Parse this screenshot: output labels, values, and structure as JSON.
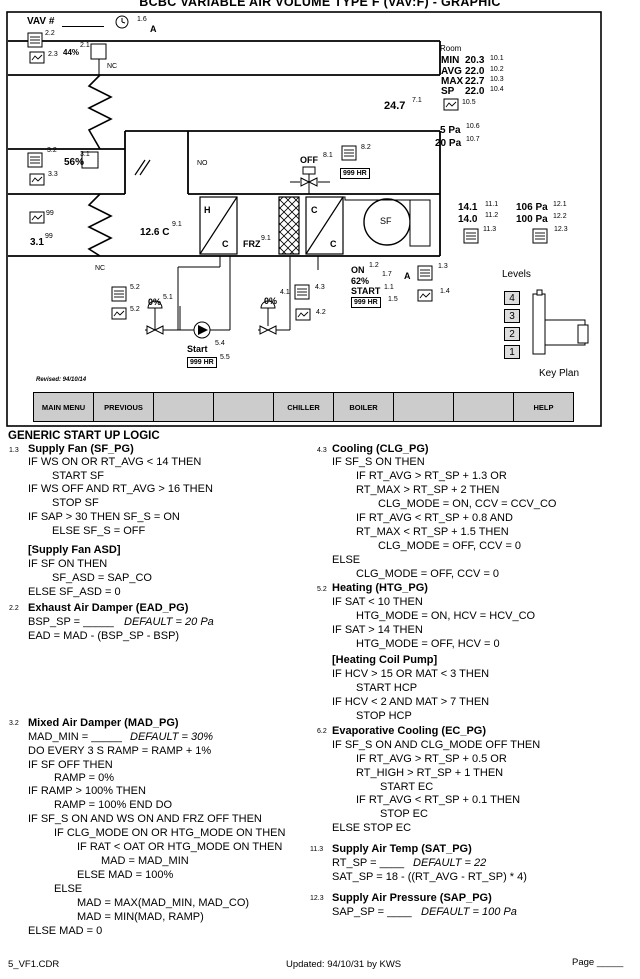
{
  "title": "BCBC VARIABLE AIR VOLUME TYPE F (VAV:F)  -  GRAPHIC",
  "diagram": {
    "vav_label": "VAV #",
    "labels": {
      "l1_6": "1.6",
      "l_a_top": "A",
      "l2_2": "2.2",
      "l2_1": "2.1",
      "l2_3": "2.3",
      "damper_pct": "44%",
      "nc_top": "NC",
      "room": "Room",
      "min_lbl": "MIN",
      "min_val": "20.3",
      "r10_1": "10.1",
      "avg_lbl": "AVG",
      "avg_val": "22.0",
      "r10_2": "10.2",
      "max_lbl": "MAX",
      "max_val": "22.7",
      "r10_3": "10.3",
      "sp_lbl": "SP",
      "sp_val": "22.0",
      "r10_4": "10.4",
      "temp_71": "24.7",
      "r7_1": "7.1",
      "r10_5": "10.5",
      "pa5": "5 Pa",
      "r10_6": "10.6",
      "pa20": "20 Pa",
      "r10_7": "10.7",
      "r3_2": "3.2",
      "r3_1": "3.1",
      "r3_3": "3.3",
      "mad_pct": "56%",
      "no_label": "NO",
      "r99a": "99",
      "r99b": "99",
      "val_31": "3.1",
      "nc_bot": "NC",
      "temp_126": "12.6 C",
      "r9_1a": "9.1",
      "h_label": "H",
      "c_label1": "C",
      "frz": "FRZ",
      "r9_1b": "9.1",
      "c_label2": "C",
      "c_label3": "C",
      "sf": "SF",
      "off": "OFF",
      "r8_1": "8.1",
      "r8_2": "8.2",
      "hr1": "999 HR",
      "v141": "14.1",
      "r11_1": "11.1",
      "v140": "14.0",
      "r11_2": "11.2",
      "r11_3": "11.3",
      "pa106": "106 Pa",
      "r12_1": "12.1",
      "pa100": "100 Pa",
      "r12_2": "12.2",
      "r12_3": "12.3",
      "on": "ON",
      "r1_2": "1.2",
      "pct62": "62%",
      "r1_7": "1.7",
      "a_sf": "A",
      "r1_3": "1.3",
      "start1": "START",
      "r1_1": "1.1",
      "hr2": "999 HR",
      "r1_5": "1.5",
      "r1_4": "1.4",
      "r5_2a": "5.2",
      "r5_2b": "5.2",
      "pct0a": "0%",
      "r5_1": "5.1",
      "pct0b": "0%",
      "r4_1": "4.1",
      "r4_3": "4.3",
      "r4_2": "4.2",
      "r5_4": "5.4",
      "start2": "Start",
      "r5_5": "5.5",
      "hr3": "999 HR",
      "levels": "Levels",
      "key_plan": "Key Plan",
      "revised": "Revised: 94/10/14"
    },
    "levels": [
      "4",
      "3",
      "2",
      "1"
    ],
    "nav": [
      "MAIN MENU",
      "PREVIOUS",
      "",
      "",
      "CHILLER",
      "BOILER",
      "",
      "",
      "HELP"
    ]
  },
  "logic": {
    "heading": "GENERIC START UP LOGIC",
    "refs": {
      "r1_3": "1.3",
      "r2_2": "2.2",
      "r3_2": "3.2",
      "r4_3": "4.3",
      "r5_2": "5.2",
      "r6_2": "6.2",
      "r11_3": "11.3",
      "r12_3": "12.3"
    },
    "left": {
      "sf_h": "Supply Fan (SF_PG)",
      "sf1": "IF WS ON OR RT_AVG < 14 THEN",
      "sf2": "START SF",
      "sf3": "IF WS OFF AND RT_AVG > 16 THEN",
      "sf4": "STOP SF",
      "sf5": "IF SAP > 30 THEN SF_S = ON",
      "sf6": "ELSE SF_S = OFF",
      "asd_h": "[Supply Fan ASD]",
      "asd1": "IF SF ON THEN",
      "asd2": "SF_ASD = SAP_CO",
      "asd3": "ELSE SF_ASD = 0",
      "ead_h": "Exhaust Air Damper (EAD_PG)",
      "ead1": "BSP_SP = _____",
      "ead1d": "DEFAULT = 20 Pa",
      "ead2": "EAD = MAD - (BSP_SP - BSP)",
      "mad_h": "Mixed Air Damper (MAD_PG)",
      "mad1": "MAD_MIN = _____",
      "mad1d": "DEFAULT = 30%",
      "mad2": "DO EVERY 3 S RAMP = RAMP + 1%",
      "mad3": "IF SF OFF THEN",
      "mad4": "RAMP = 0%",
      "mad5": "IF RAMP > 100% THEN",
      "mad6": "RAMP = 100% END DO",
      "mad7": "IF SF_S ON AND WS ON AND FRZ OFF THEN",
      "mad8": "IF CLG_MODE ON OR HTG_MODE ON THEN",
      "mad9": "IF RAT < OAT OR HTG_MODE ON THEN",
      "mad10": "MAD = MAD_MIN",
      "mad11": "ELSE MAD = 100%",
      "mad12": "ELSE",
      "mad13": "MAD = MAX(MAD_MIN, MAD_CO)",
      "mad14": "MAD = MIN(MAD, RAMP)",
      "mad15": "ELSE MAD = 0"
    },
    "right": {
      "clg_h": "Cooling (CLG_PG)",
      "clg1": "IF SF_S ON THEN",
      "clg2": "IF RT_AVG > RT_SP + 1.3 OR",
      "clg3": "RT_MAX > RT_SP + 2 THEN",
      "clg4": "CLG_MODE = ON, CCV = CCV_CO",
      "clg5": "IF RT_AVG < RT_SP + 0.8 AND",
      "clg6": "RT_MAX < RT_SP + 1.5 THEN",
      "clg7": "CLG_MODE = OFF, CCV = 0",
      "clg8": "ELSE",
      "clg9": "CLG_MODE = OFF, CCV = 0",
      "htg_h": "Heating (HTG_PG)",
      "htg1": "IF SAT < 10 THEN",
      "htg2": "HTG_MODE = ON, HCV = HCV_CO",
      "htg3": "IF SAT > 14 THEN",
      "htg4": "HTG_MODE = OFF, HCV = 0",
      "hcp_h": "[Heating Coil Pump]",
      "hcp1": "IF HCV > 15 OR MAT < 3 THEN",
      "hcp2": "START HCP",
      "hcp3": "IF HCV < 2 AND MAT > 7 THEN",
      "hcp4": "STOP HCP",
      "ec_h": "Evaporative Cooling (EC_PG)",
      "ec1": "IF SF_S ON AND CLG_MODE OFF THEN",
      "ec2": "IF RT_AVG > RT_SP + 0.5 OR",
      "ec3": "RT_HIGH > RT_SP + 1 THEN",
      "ec4": "START EC",
      "ec5": "IF RT_AVG < RT_SP + 0.1 THEN",
      "ec6": "STOP EC",
      "ec7": "ELSE STOP EC",
      "sat_h": "Supply Air Temp (SAT_PG)",
      "sat1": "RT_SP = ____",
      "sat1d": "DEFAULT = 22",
      "sat2": "SAT_SP = 18 - ((RT_AVG - RT_SP) * 4)",
      "sap_h": "Supply Air Pressure (SAP_PG)",
      "sap1": "SAP_SP = ____",
      "sap1d": "DEFAULT = 100 Pa"
    }
  },
  "footer": {
    "file": "5_VF1.CDR",
    "updated": "Updated: 94/10/31 by KWS",
    "page": "Page _____"
  }
}
